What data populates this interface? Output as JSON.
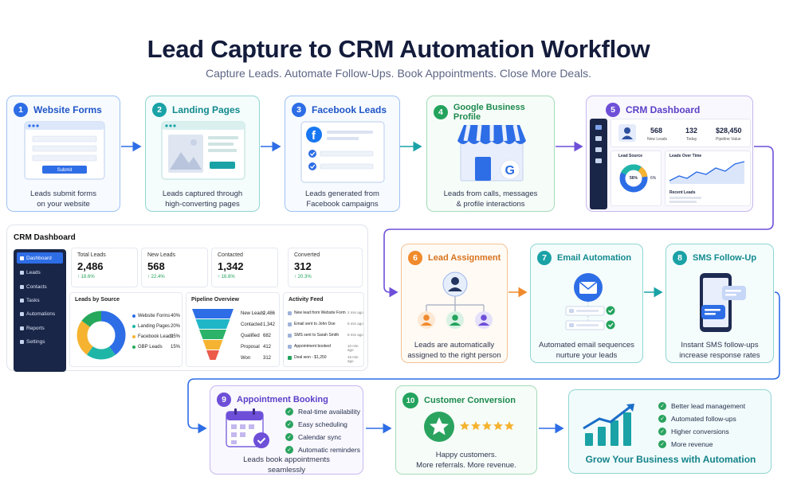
{
  "header": {
    "title": "Lead Capture to CRM Automation Workflow",
    "subtitle": "Capture Leads. Automate Follow-Ups. Book Appointments. Close More Deals."
  },
  "steps": [
    {
      "num": "1",
      "title": "Website Forms",
      "desc": [
        "Leads submit forms",
        "on your website"
      ],
      "button": "Submit"
    },
    {
      "num": "2",
      "title": "Landing Pages",
      "desc": [
        "Leads captured through",
        "high-converting pages"
      ]
    },
    {
      "num": "3",
      "title": "Facebook Leads",
      "desc": [
        "Leads generated from",
        "Facebook campaigns"
      ]
    },
    {
      "num": "4",
      "title": "Google Business Profile",
      "desc": [
        "Leads from calls, messages",
        "& profile interactions"
      ]
    },
    {
      "num": "5",
      "title": "CRM Dashboard"
    },
    {
      "num": "6",
      "title": "Lead Assignment",
      "desc": [
        "Leads are automatically",
        "assigned to the right person"
      ]
    },
    {
      "num": "7",
      "title": "Email Automation",
      "desc": [
        "Automated email sequences",
        "nurture your leads"
      ]
    },
    {
      "num": "8",
      "title": "SMS Follow-Up",
      "desc": [
        "Instant SMS follow-ups",
        "increase response rates"
      ]
    },
    {
      "num": "9",
      "title": "Appointment Booking",
      "desc": [
        "Leads book appointments",
        "seamlessly"
      ],
      "bullets": [
        "Real-time availability",
        "Easy scheduling",
        "Calendar sync",
        "Automatic reminders"
      ]
    },
    {
      "num": "10",
      "title": "Customer Conversion",
      "desc": [
        "Happy customers.",
        "More referrals. More revenue."
      ]
    }
  ],
  "mini_dashboard": {
    "stats": [
      {
        "value": "568",
        "label": "New Leads"
      },
      {
        "value": "132",
        "label": "Today"
      },
      {
        "value": "$28,450",
        "label": "Pipeline Value"
      }
    ],
    "lead_source": "Lead Source",
    "donut_pct": "56%",
    "donut_side": "6%",
    "leads_over_time": "Leads Over Time",
    "recent_leads": "Recent Leads"
  },
  "crm_dashboard": {
    "title": "CRM Dashboard",
    "nav": [
      "Dashboard",
      "Leads",
      "Contacts",
      "Tasks",
      "Automations",
      "Reports",
      "Settings"
    ],
    "stats": [
      {
        "label": "Total Leads",
        "value": "2,486",
        "delta": "↑ 18.6%"
      },
      {
        "label": "New Leads",
        "value": "568",
        "delta": "↑ 22.4%"
      },
      {
        "label": "Contacted",
        "value": "1,342",
        "delta": "↑ 16.8%"
      },
      {
        "label": "Converted",
        "value": "312",
        "delta": "↑ 20.3%"
      }
    ],
    "leads_by_source": {
      "title": "Leads by Source",
      "items": [
        {
          "name": "Website Forms",
          "pct": "40%",
          "value": 40,
          "color": "#2d6de6"
        },
        {
          "name": "Landing Pages",
          "pct": "20%",
          "value": 20,
          "color": "#1fb6a8"
        },
        {
          "name": "Facebook Leads",
          "pct": "25%",
          "value": 25,
          "color": "#f5b331"
        },
        {
          "name": "GBP Leads",
          "pct": "15%",
          "value": 15,
          "color": "#26a85c"
        }
      ]
    },
    "pipeline": {
      "title": "Pipeline Overview",
      "stages": [
        {
          "name": "New Leads",
          "value": "2,486",
          "color": "#2d6de6"
        },
        {
          "name": "Contacted",
          "value": "1,342",
          "color": "#1fb6c8"
        },
        {
          "name": "Qualified",
          "value": "682",
          "color": "#2cb36a"
        },
        {
          "name": "Proposal",
          "value": "412",
          "color": "#f5b331"
        },
        {
          "name": "Won",
          "value": "312",
          "color": "#ec5a4a"
        }
      ]
    },
    "activity": {
      "title": "Activity Feed",
      "items": [
        {
          "text": "New lead from Website Form",
          "time": "2 min ago"
        },
        {
          "text": "Email sent to John Doe",
          "time": "5 min ago"
        },
        {
          "text": "SMS sent to Sarah Smith",
          "time": "8 min ago"
        },
        {
          "text": "Appointment booked",
          "time": "10 min ago"
        },
        {
          "text": "Deal won - $1,250",
          "time": "15 min ago"
        }
      ]
    }
  },
  "grow": {
    "title": "Grow Your Business with Automation",
    "bullets": [
      "Better lead management",
      "Automated follow-ups",
      "Higher conversions",
      "More revenue"
    ]
  },
  "colors": {
    "blue": "#2d6de6",
    "teal": "#1aa2a6",
    "green": "#23a35d",
    "purple": "#6e4fd8",
    "orange": "#f08a2c"
  }
}
